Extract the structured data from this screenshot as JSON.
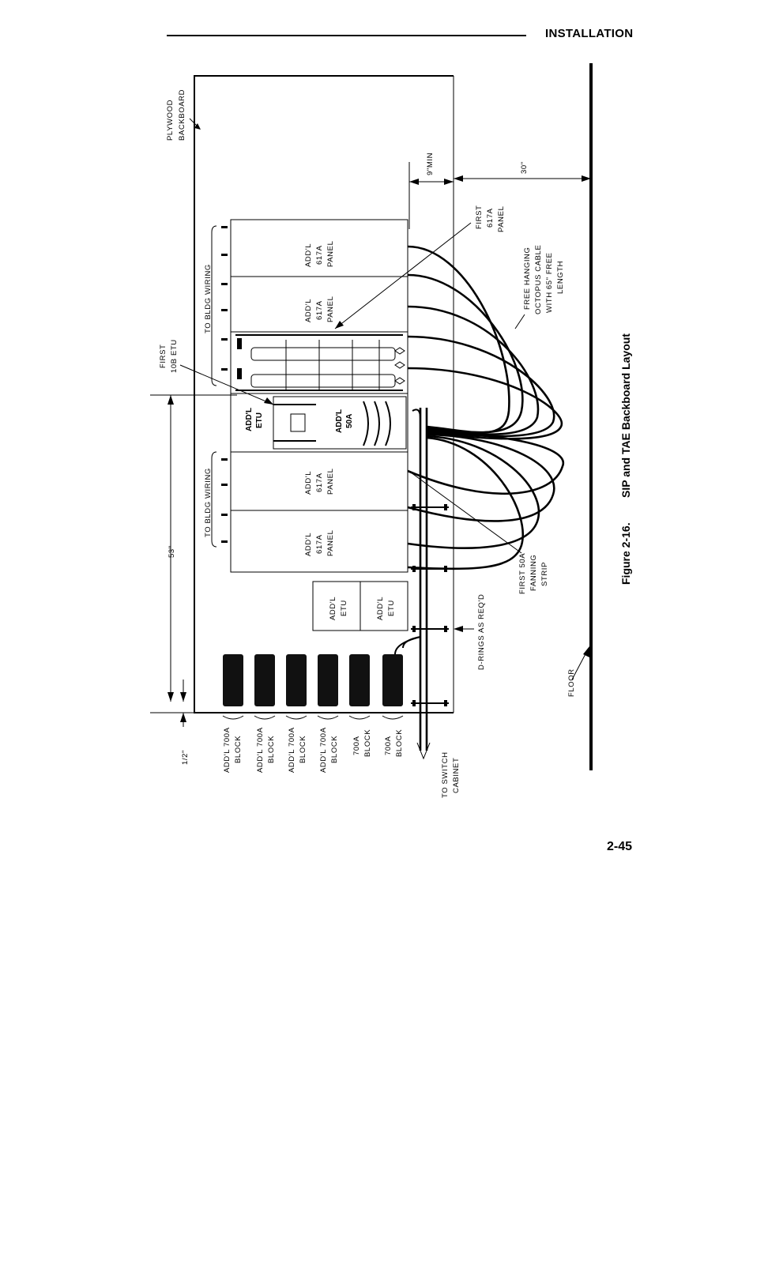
{
  "header": {
    "section": "INSTALLATION"
  },
  "page_number": "2-45",
  "figure": {
    "number": "Figure 2-16.",
    "title": "SIP and TAE Backboard Layout"
  },
  "labels": {
    "plywood": [
      "PLYWOOD",
      "BACKBOARD"
    ],
    "first_etu": [
      "FIRST",
      "10B ETU"
    ],
    "to_bldg_wiring": "TO BLDG WIRING",
    "addl_617a_panel": [
      "ADD'L",
      "617A",
      "PANEL"
    ],
    "first_617a_panel": [
      "FIRST",
      "617A",
      "PANEL"
    ],
    "nine_min": "9\"MIN",
    "thirty": "30\"",
    "fifty_three": "53\"",
    "half_inch": "1/2\"",
    "octopus": [
      "FREE HANGING",
      "OCTOPUS CABLE",
      "WITH 65\" FREE",
      "LENGTH"
    ],
    "addl_etu": [
      "ADD'L",
      "ETU"
    ],
    "addl_50a": [
      "ADD'L",
      "50A"
    ],
    "first_50a": [
      "FIRST 50A",
      "FANNING",
      "STRIP"
    ],
    "d_rings": "D-RINGS AS REQ'D",
    "floor": "FLOOR",
    "addl_700a_block": [
      "ADD'L 700A",
      "BLOCK"
    ],
    "block_700a": [
      "700A",
      "BLOCK"
    ],
    "to_switch": [
      "TO SWITCH",
      "CABINET"
    ]
  }
}
